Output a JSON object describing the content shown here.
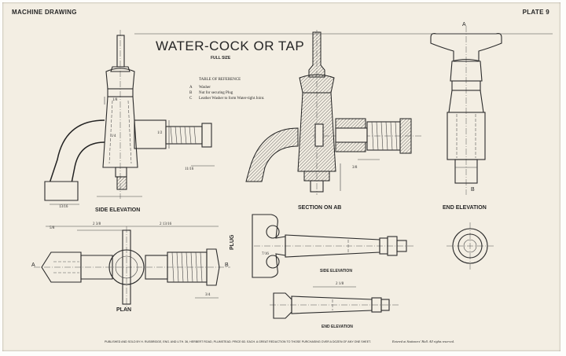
{
  "header": {
    "left": "MACHINE DRAWING",
    "right": "PLATE 9"
  },
  "title": {
    "main": "WATER-COCK OR TAP",
    "scale": "FULL SIZE"
  },
  "reference_table": {
    "heading": "TABLE OF REFERENCE",
    "items": [
      {
        "key": "A",
        "text": "Washer"
      },
      {
        "key": "B",
        "text": "Nut for securing Plug"
      },
      {
        "key": "C",
        "text": "Leather Washer to form Water-tight Joint."
      }
    ]
  },
  "views": {
    "side_elevation": "SIDE ELEVATION",
    "section": "SECTION ON AB",
    "end_elevation": "END ELEVATION",
    "plan": "PLAN",
    "plug": "PLUG",
    "plug_side": "SIDE ELEVATION",
    "plug_end": "END ELEVATION"
  },
  "markers": {
    "a": "A",
    "b": "B"
  },
  "dimensions": {
    "d1": "1/8",
    "d2": "1/4",
    "d3": "1/2",
    "d4": "11/16",
    "d5": "13/16",
    "d6": "5/8",
    "d7": "2 3/8",
    "d8": "2 13/16",
    "d9": "3/4",
    "d10": "3/8",
    "d11": "2 1/8",
    "d12": "7/16"
  },
  "footer": {
    "publisher": "PUBLISHED AND SOLD BY H. RUSBRIDGE, ENG. AND LITH. 36, HERBERT ROAD, PLUMSTEAD. PRICE 6D. EACH. A GREAT REDUCTION TO THOSE PURCHASING OVER A DOZEN OF ANY ONE SHEET.",
    "rights": "Entered at Stationers' Hall.  All rights reserved."
  }
}
